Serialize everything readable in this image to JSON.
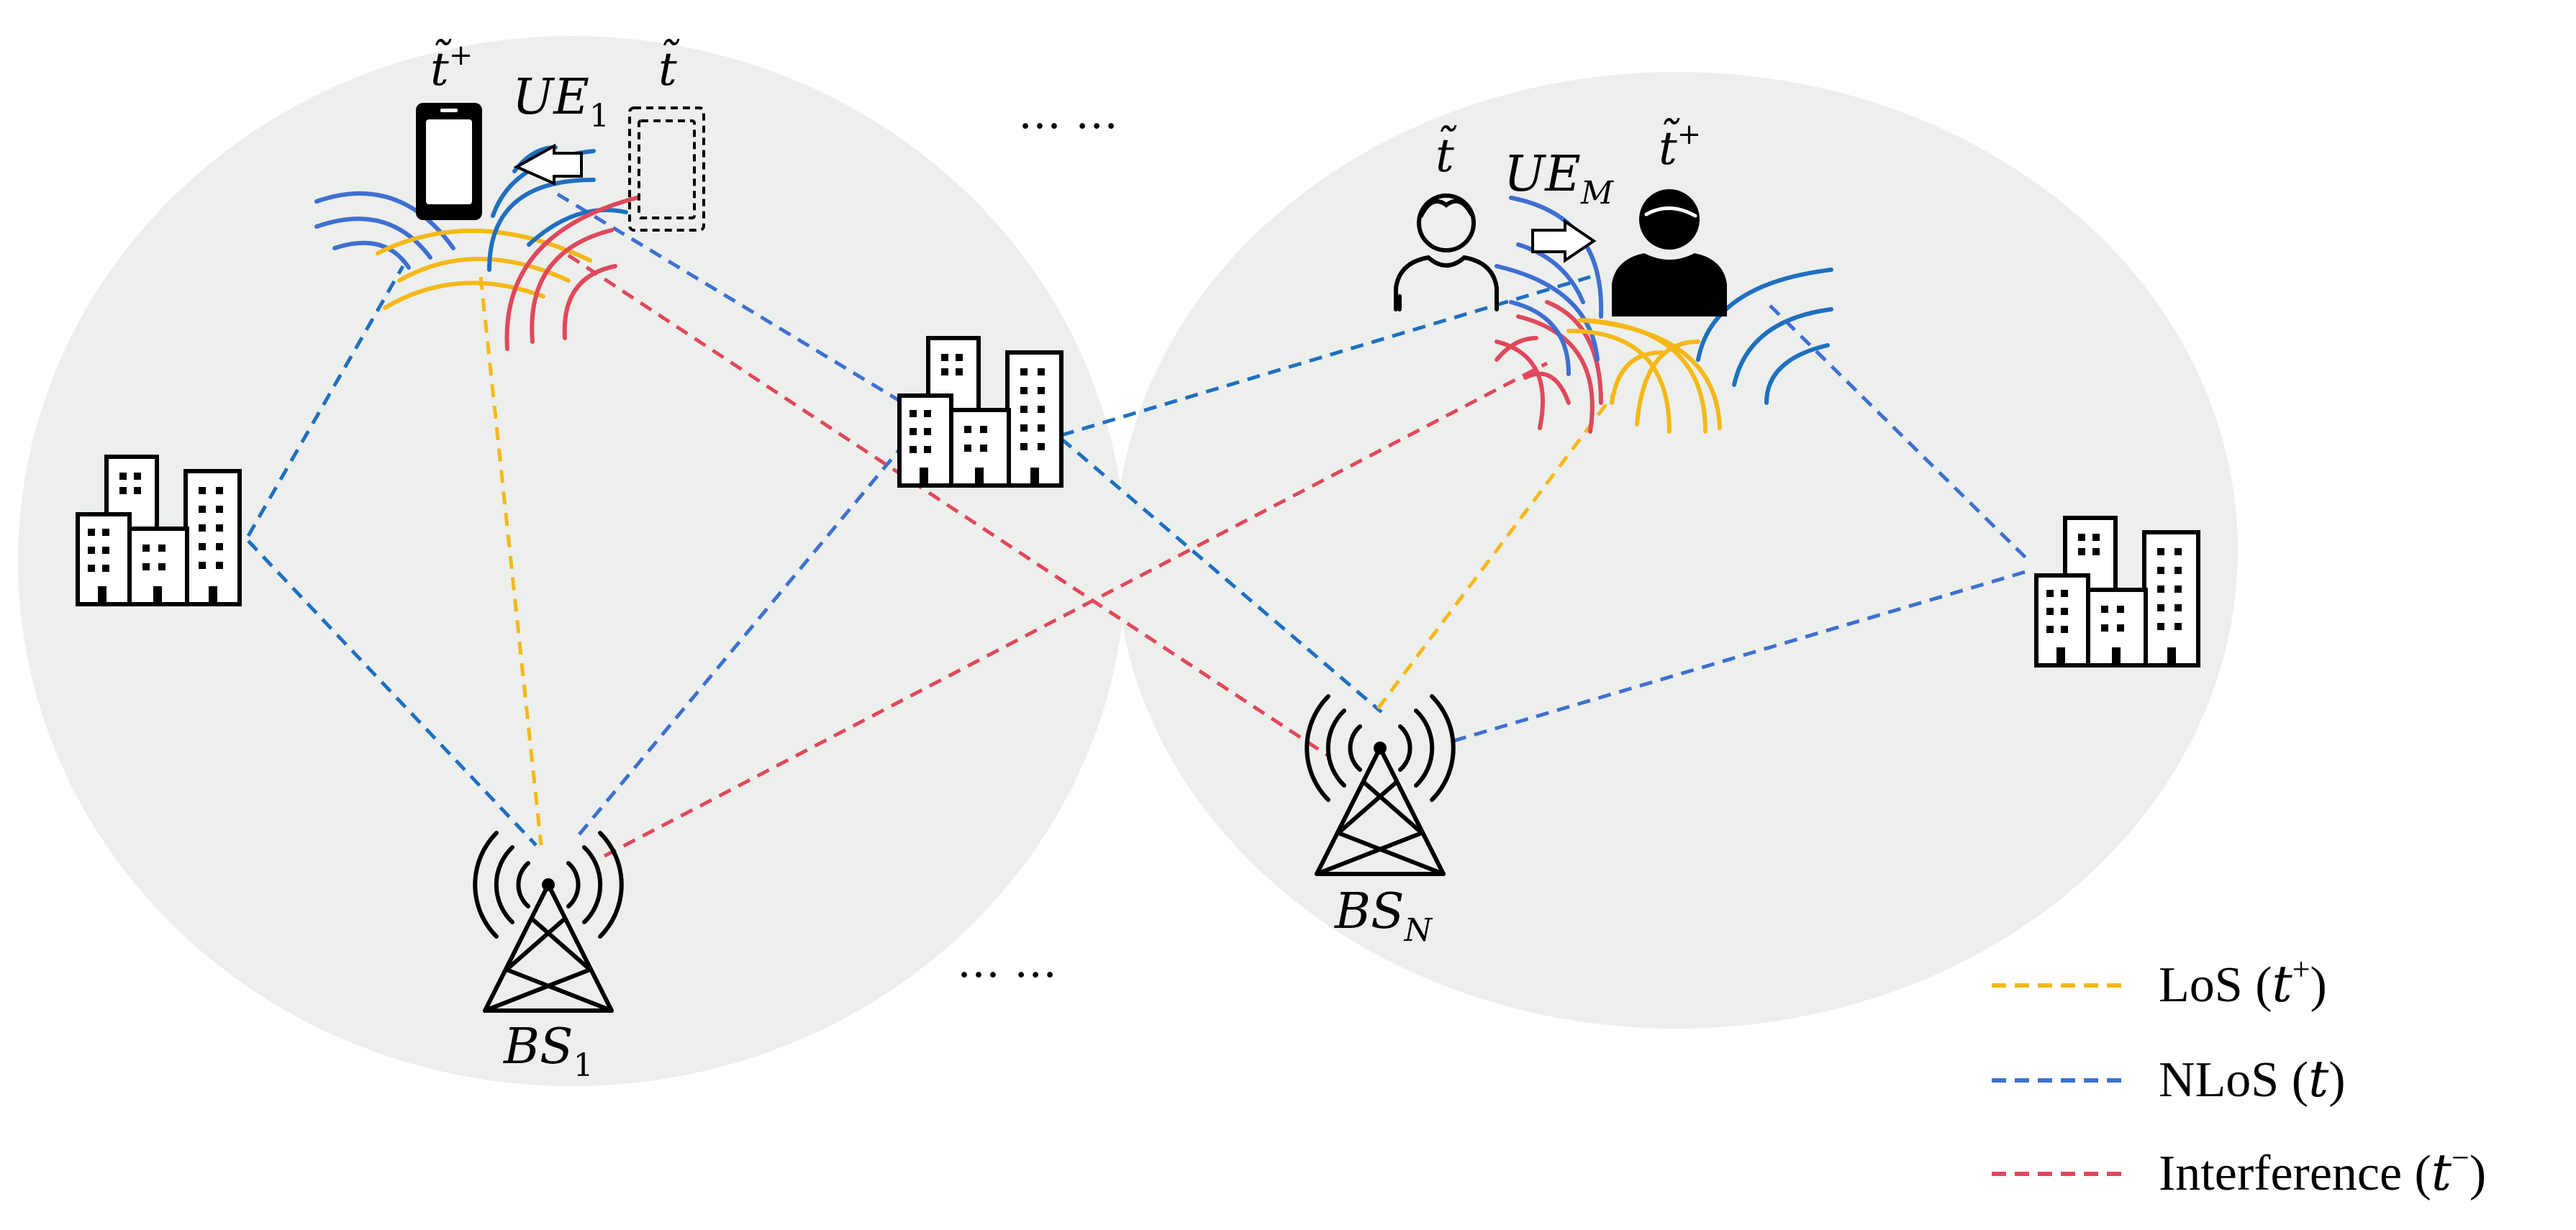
{
  "ellipsis": [
    "… …",
    "… …"
  ],
  "nodes": {
    "bs1": {
      "base": "BS",
      "sub": "1"
    },
    "bsn": {
      "base": "BS",
      "sub": "N"
    },
    "ue1": {
      "base": "UE",
      "sub": "1"
    },
    "uem": {
      "base": "UE",
      "sub": "M"
    }
  },
  "time_marks": {
    "t_tilde": "t̃",
    "t_tilde_plus_base": "t̃",
    "plus": "+"
  },
  "legend": [
    {
      "text": "LoS (",
      "math": "t",
      "sup": "+",
      "close": ")",
      "color": "#F5B817"
    },
    {
      "text": "NLoS (",
      "math": "t",
      "sup": "",
      "close": ")",
      "color": "#3F6FD0"
    },
    {
      "text": "Interference (",
      "math": "t",
      "sup": "−",
      "close": ")",
      "color": "#E0485C"
    }
  ],
  "colors": {
    "los": "#F5B817",
    "nlos": "#3F6FD0",
    "nlos_alt": "#1F6FC0",
    "interference": "#E0485C",
    "cell": "#ECEFEC",
    "ink": "#000000"
  }
}
